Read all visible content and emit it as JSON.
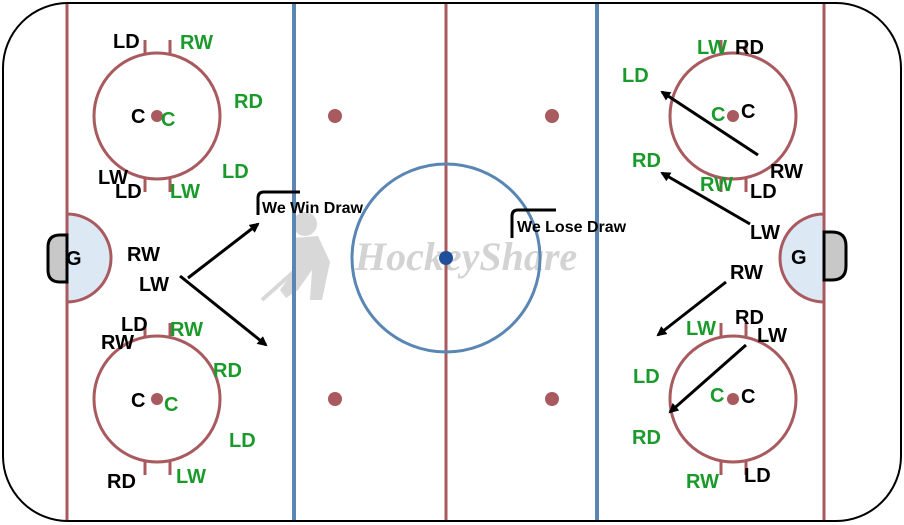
{
  "colors": {
    "board": "#000000",
    "red_line": "#a85a5e",
    "blue_line": "#5a86b3",
    "crease_fill": "#dde8f5",
    "net_fill": "#c8c8c8",
    "text_black": "#000000",
    "text_green": "#1a9a2a",
    "watermark": "#cfcfcf",
    "center_dot": "#1f4f9a"
  },
  "notes": {
    "win": "We Win Draw",
    "lose": "We Lose Draw"
  },
  "watermark": "HockeyShare",
  "goalies": {
    "left": "G",
    "right": "G"
  },
  "labels": {
    "tl_ld": "LD",
    "tl_rw": "RW",
    "tl_c_black": "C",
    "tl_c_green": "C",
    "tl_rd": "RD",
    "tl_lw_black": "LW",
    "tl_ld_black": "LD",
    "tl_lw_green": "LW",
    "tl_ld_green": "LD",
    "l_rw": "RW",
    "l_lw": "LW",
    "bl_ld": "LD",
    "bl_rw_black": "RW",
    "bl_rw_green": "RW",
    "bl_c_black": "C",
    "bl_c_green": "C",
    "bl_rd_green": "RD",
    "bl_ld_green": "LD",
    "bl_rd_black": "RD",
    "bl_lw_green": "LW",
    "tr_lw": "LW",
    "tr_rd": "RD",
    "tr_ld": "LD",
    "tr_c_green": "C",
    "tr_c_black": "C",
    "tr_rd_green": "RD",
    "tr_rw_black": "RW",
    "tr_rw_green": "RW",
    "tr_ld_black": "LD",
    "r_lw": "LW",
    "r_rw": "RW",
    "br_lw": "LW",
    "br_rd": "RD",
    "br_lw_black": "LW",
    "br_ld_green": "LD",
    "br_c_green": "C",
    "br_c_black": "C",
    "br_rd_green": "RD",
    "br_rw_green": "RW",
    "br_ld_black": "LD"
  }
}
